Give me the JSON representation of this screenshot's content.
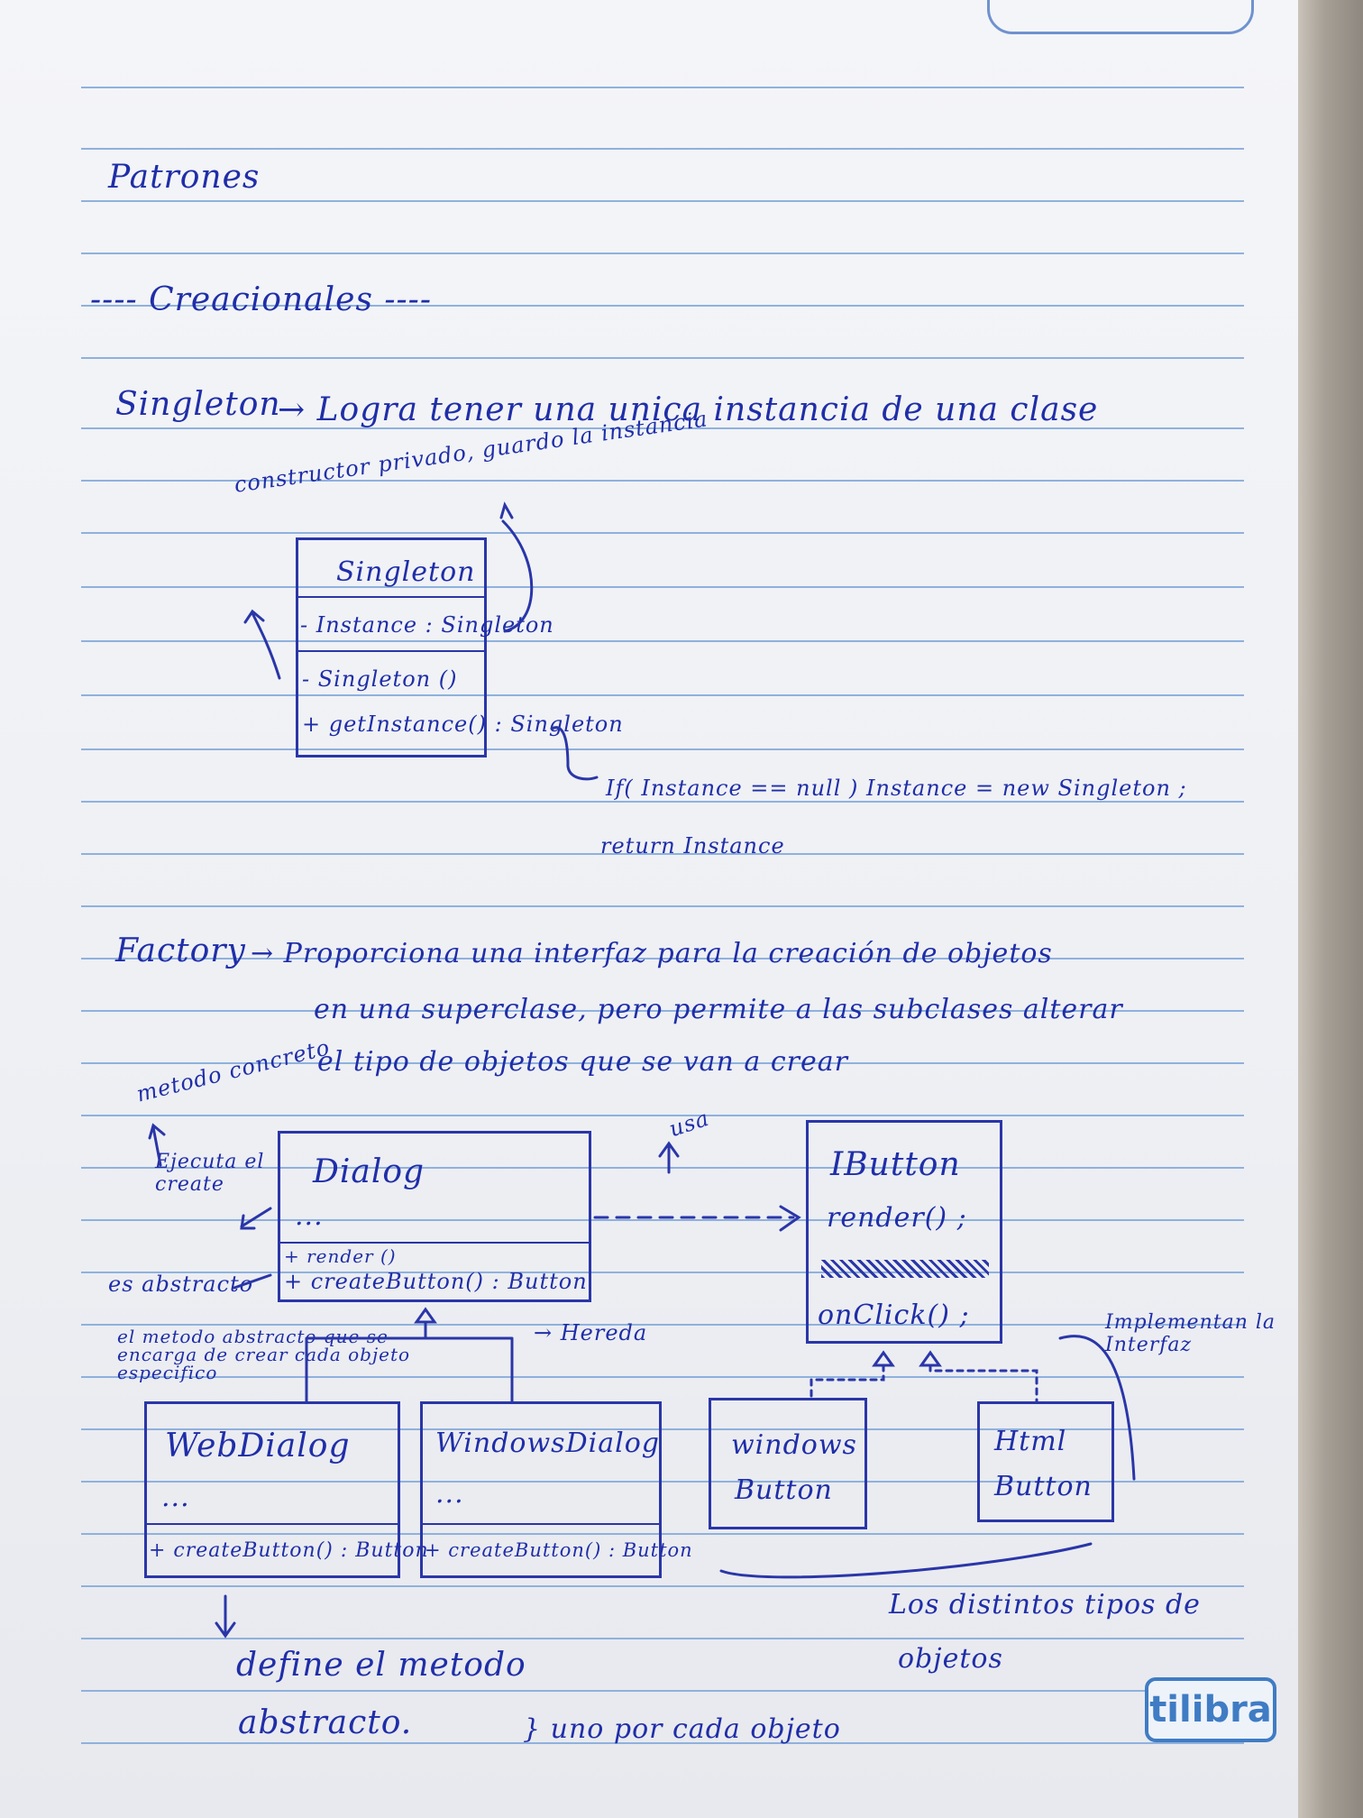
{
  "notebook": {
    "title": "Patrones",
    "section": "---- Creacionales ----",
    "brand": "tilibra"
  },
  "singleton": {
    "definition_label": "Singleton",
    "definition_text": "→ Logra tener una unica instancia de una clase",
    "note_constructor": "constructor privado, guardo la instancia",
    "class_name": "Singleton",
    "attr": "- Instance : Singleton",
    "ctor": "- Singleton ()",
    "method": "+ getInstance() : Singleton",
    "code_line1": "If( Instance == null ) Instance = new Singleton ;",
    "code_line2": "return Instance"
  },
  "factory": {
    "definition_label": "Factory",
    "line1": "→ Proporciona una interfaz para la creación de objetos",
    "line2": "en una superclase, pero permite a las subclases alterar",
    "line3": "el tipo de objetos que se van a crear",
    "note_metodo": "metodo concreto",
    "note_ejecuta": "Ejecuta el create",
    "note_abstracto": "es abstracto",
    "note_el_metodo": "el metodo abstracto que se encarga de crear cada objeto especifico",
    "note_usa": "usa",
    "note_hereda": "→ Hereda",
    "note_implementa": "Implementan la Interfaz",
    "dialog": {
      "name": "Dialog",
      "attrs": "...",
      "m1": "+ render ()",
      "m2": "+ createButton() : Button"
    },
    "ibutton": {
      "name": "IButton",
      "m1": "render() ;",
      "m2": "onClick() ;"
    },
    "webdialog": {
      "name": "WebDialog",
      "attrs": "...",
      "m1": "+ createButton() : Button"
    },
    "windowsdialog": {
      "name": "WindowsDialog",
      "attrs": "...",
      "m1": "+ createButton() : Button"
    },
    "windowsbutton": {
      "l1": "windows",
      "l2": "Button"
    },
    "htmlbutton": {
      "l1": "Html",
      "l2": "Button"
    },
    "note_define1": "define el metodo",
    "note_define2": "abstracto.",
    "note_uno": "} uno por cada objeto",
    "note_tipos1": "Los distintos tipos de",
    "note_tipos2": "objetos"
  }
}
